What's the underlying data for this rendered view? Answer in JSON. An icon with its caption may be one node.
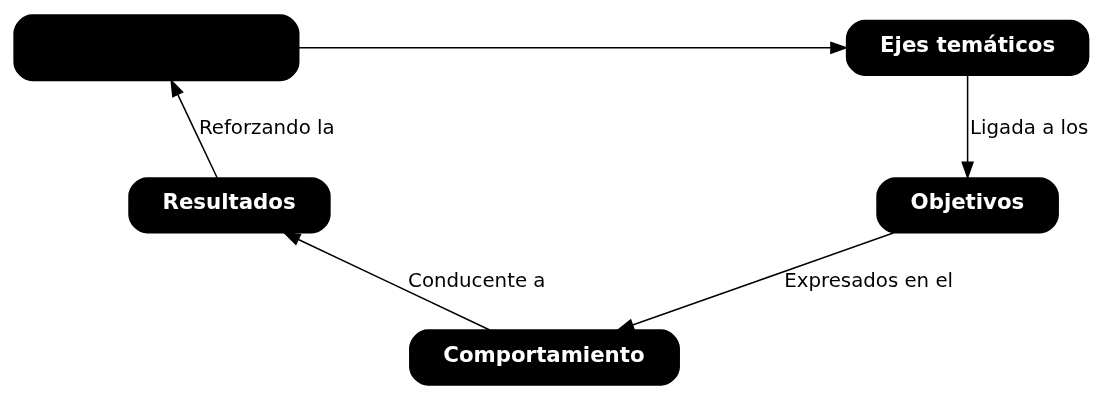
{
  "diagram": {
    "nodes": [
      {
        "text": [],
        "shape": "box"
      },
      {
        "text": [
          "Ejes temáticos"
        ]
      },
      {
        "text": [
          "Objetivos"
        ]
      },
      {
        "text": [
          "Comportamiento"
        ]
      },
      {
        "text": [
          "Resultados"
        ]
      }
    ],
    "edges": [
      {
        "from": 0,
        "to": 1,
        "arrow": "to"
      },
      {
        "from": 1,
        "to": 2,
        "arrow": "to",
        "label": "Ligada a los"
      },
      {
        "from": 2,
        "to": 3,
        "arrow": "to",
        "label": "Expresados en el"
      },
      {
        "from": 3,
        "to": 4,
        "arrow": "to",
        "label": "Conducente a"
      },
      {
        "from": 4,
        "to": 0,
        "arrow": "to",
        "label": "Reforzando la"
      }
    ]
  }
}
